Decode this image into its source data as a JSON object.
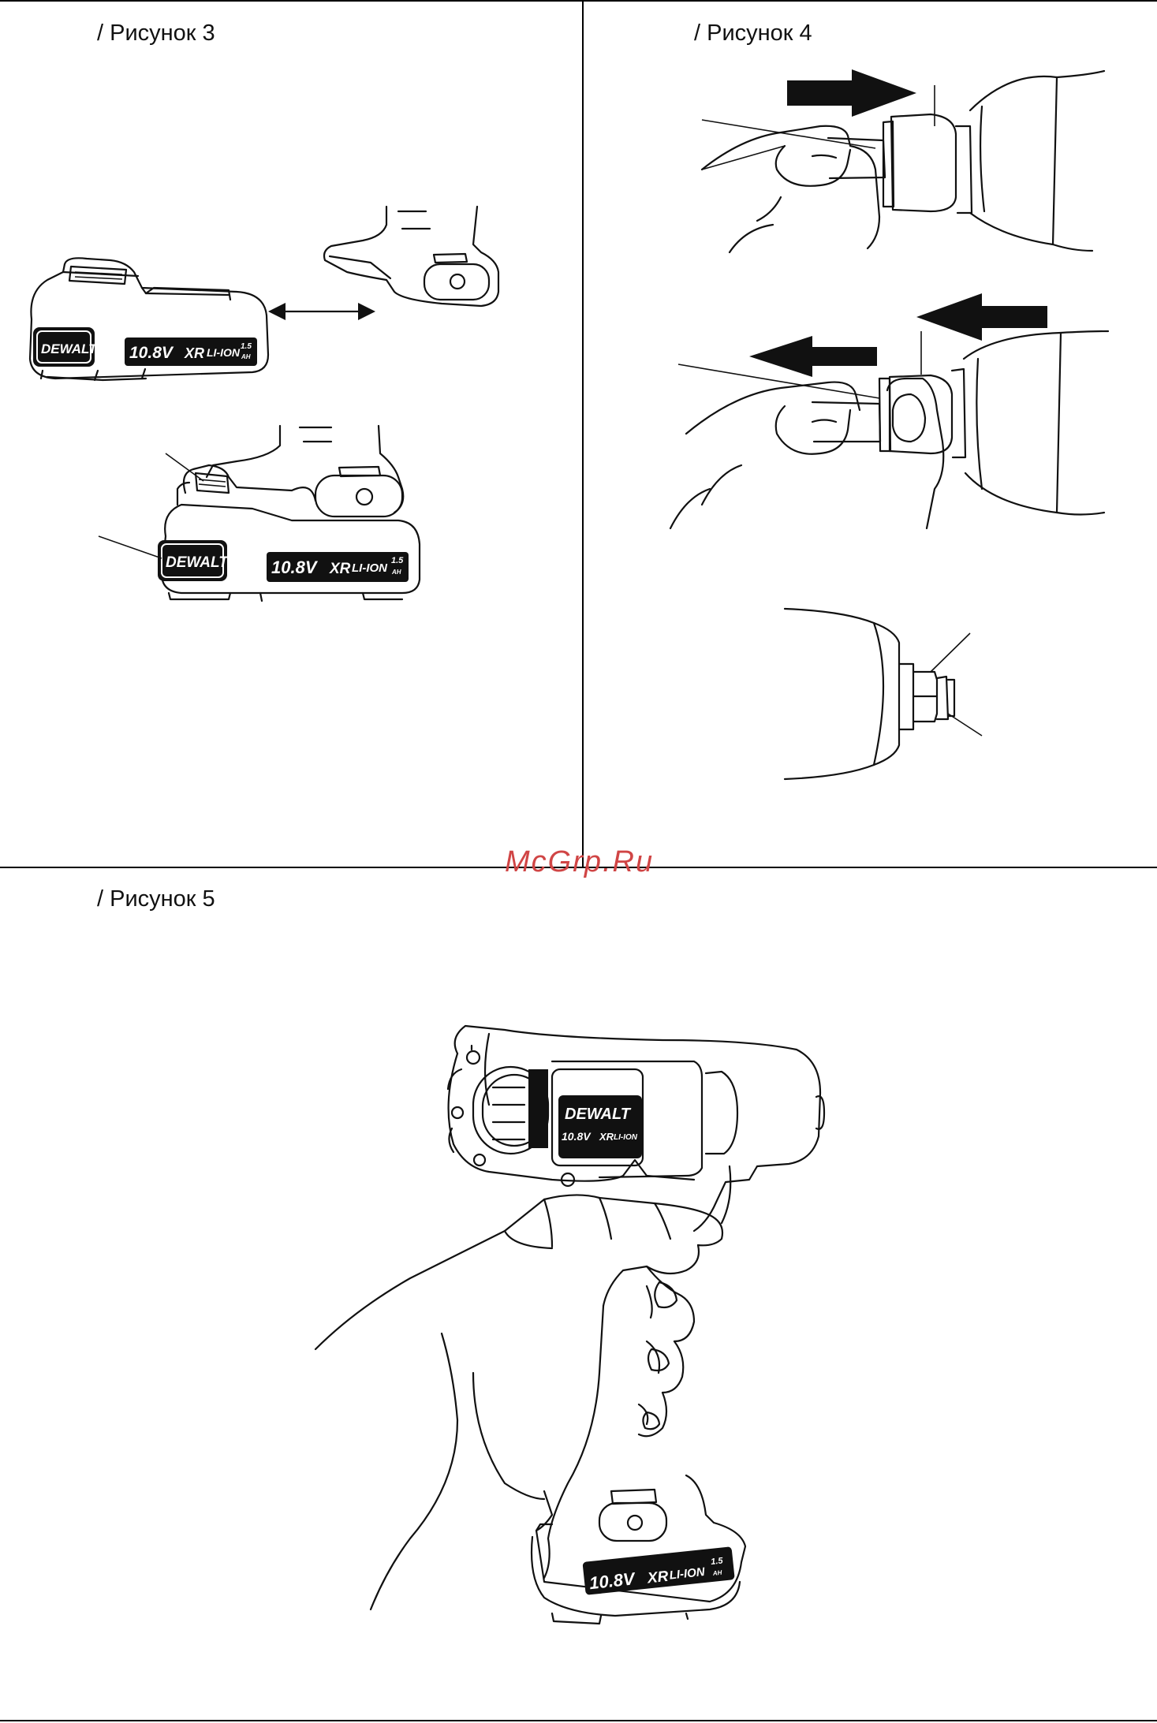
{
  "figures": {
    "fig3": {
      "label": "/ Рисунок 3"
    },
    "fig4": {
      "label": "/ Рисунок 4"
    },
    "fig5": {
      "label": "/ Рисунок 5"
    }
  },
  "battery": {
    "voltage": "10.8V",
    "series": "XR",
    "chemistry": "LI-ION",
    "capacity": "1.5",
    "capacity_unit": "AH",
    "brand": "DEWALT"
  },
  "watermark": "McGrp.Ru"
}
